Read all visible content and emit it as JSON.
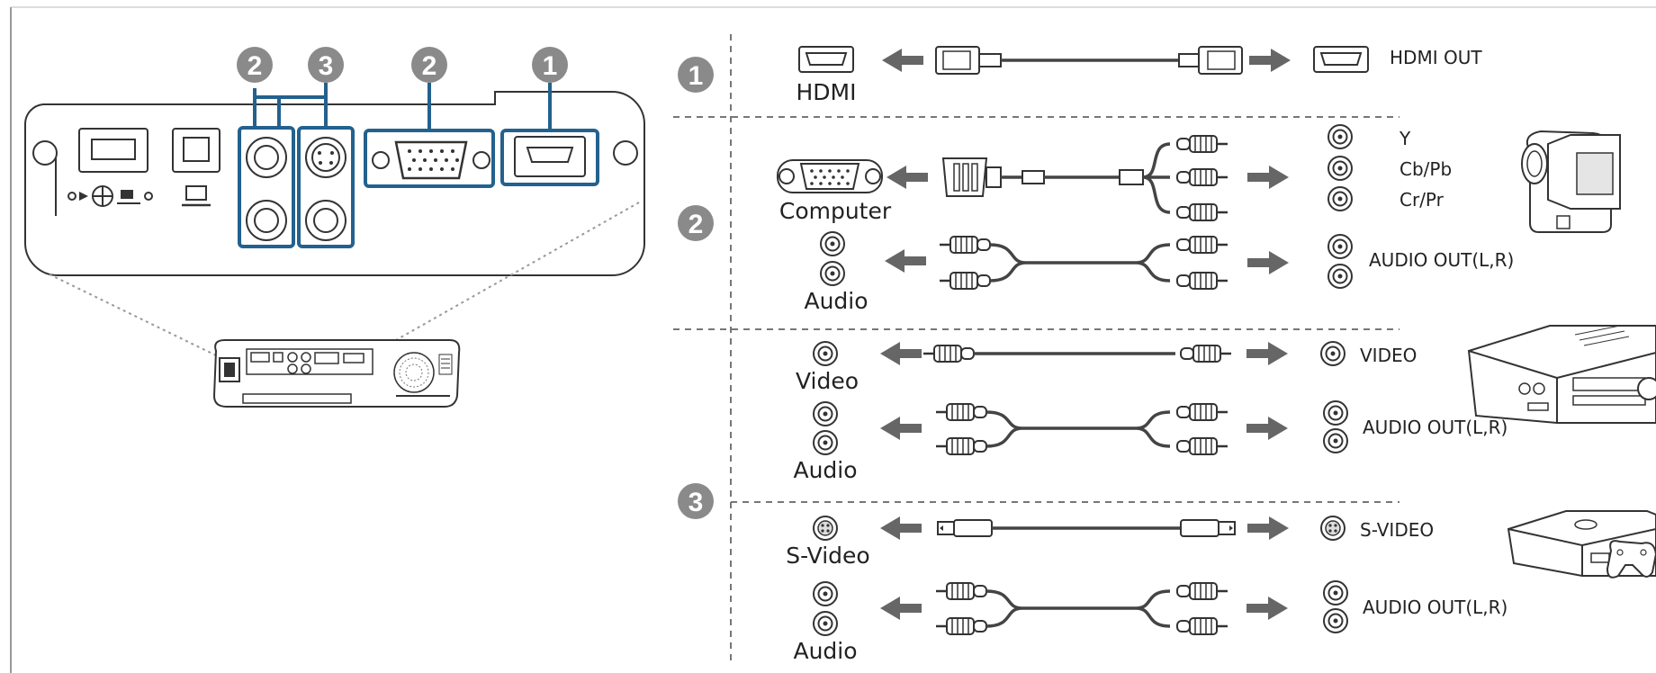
{
  "badges": {
    "one": "1",
    "two": "2",
    "three": "3"
  },
  "rows": {
    "hdmi": {
      "left": "HDMI",
      "right": "HDMI OUT"
    },
    "computer": {
      "left": "Computer",
      "right_y": "Y",
      "right_cb": "Cb/Pb",
      "right_cr": "Cr/Pr"
    },
    "audio_component": {
      "left": "Audio",
      "right": "AUDIO OUT(L,R)"
    },
    "video": {
      "left": "Video",
      "right": "VIDEO"
    },
    "audio_video": {
      "left": "Audio",
      "right": "AUDIO OUT(L,R)"
    },
    "svideo": {
      "left": "S-Video",
      "right": "S-VIDEO"
    },
    "audio_svideo": {
      "left": "Audio",
      "right": "AUDIO OUT(L,R)"
    }
  },
  "colors": {
    "highlight": "#23618e",
    "badge": "#8a8a8a",
    "arrow": "#666666"
  },
  "icons": [
    "usb-a-port-icon",
    "usb-b-port-icon",
    "computer-icon",
    "camcorder-icon",
    "vcr-icon",
    "game-console-icon",
    "projector-icon"
  ]
}
